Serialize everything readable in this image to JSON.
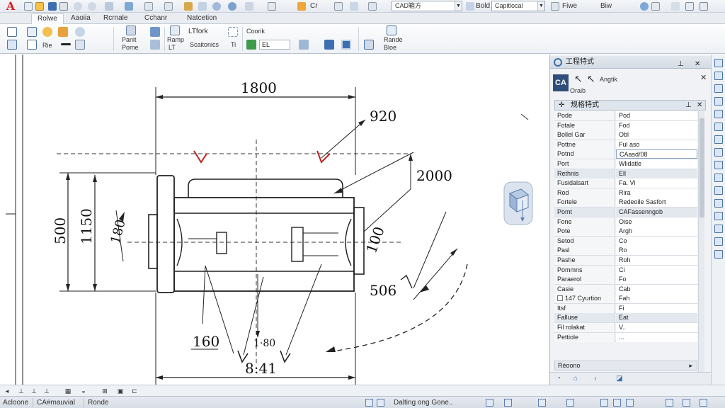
{
  "qat": {
    "logo": "A",
    "item_1": "Cr",
    "field_1": "CAD箱方",
    "item_2": "Bold",
    "field_2": "Capitlocal",
    "item_3": "Fiwe",
    "item_4": "Biw"
  },
  "tabs": [
    {
      "label": "Rolwe"
    },
    {
      "label": "Aaoiia"
    },
    {
      "label": "Rcrnale"
    },
    {
      "label": "Cchanr"
    },
    {
      "label": "Natcetion"
    }
  ],
  "ribbon": {
    "b1": "Rie",
    "b2": "Panit",
    "b2b": "Pome",
    "b3": "Ramp",
    "b3b": "LT",
    "b4": "LTfork",
    "b5": "Coorik",
    "b6": "Scaitonics",
    "b7": "Ti",
    "b8": "EL",
    "b9": "Rande",
    "b9b": "Bloe"
  },
  "drawing": {
    "dim_top": "1800",
    "dim_920": "920",
    "dim_2000": "2000",
    "dim_left_outer": "500",
    "dim_left_inner": "1150",
    "dim_left_small": "180",
    "dim_angle": "100",
    "dim_506": "506",
    "dim_160": "160",
    "dim_bottom_small": "1·80",
    "dim_bottom": "8:41"
  },
  "palette": {
    "title": "工程特式",
    "logo": "CA",
    "logo_sub": "Oraib",
    "arrow_label": "Angtik",
    "section": "规格特式",
    "bottom_field": "Rèoono",
    "rows": [
      {
        "k": "Pode",
        "v": "Pod"
      },
      {
        "k": "Fotale",
        "v": "Fod"
      },
      {
        "k": "Bollel Gar",
        "v": "Obl"
      },
      {
        "k": "Pottne",
        "v": "Ful aso"
      },
      {
        "k": "Potnd",
        "v": "CAasd/08"
      },
      {
        "k": "Port",
        "v": "Wlidatle"
      },
      {
        "k": "Rethnis",
        "v": "Ell"
      },
      {
        "k": "Fusidalsart",
        "v": "Fa. Vi"
      },
      {
        "k": "Rod",
        "v": "Rira"
      },
      {
        "k": "Fortele",
        "v": "Redeoile Sasfort"
      },
      {
        "k": "Pomt",
        "v": "CAFassenngob"
      },
      {
        "k": "Fone",
        "v": "Oise"
      },
      {
        "k": "Pote",
        "v": "Argh"
      },
      {
        "k": "Setod",
        "v": "Co"
      },
      {
        "k": "Pasl",
        "v": "Ro"
      },
      {
        "k": "Pashe",
        "v": "Roh"
      },
      {
        "k": "Pommns",
        "v": "Ci"
      },
      {
        "k": "Paraerol",
        "v": "Fo"
      },
      {
        "k": "Casie",
        "v": "Cab"
      },
      {
        "k": "147 Cyurtion",
        "v": "Fah"
      },
      {
        "k": "Itsf",
        "v": "Fi"
      },
      {
        "k": "Falluse",
        "v": "Eat"
      },
      {
        "k": "Fil rolakat",
        "v": "V.."
      },
      {
        "k": "Pettiole",
        "v": "..."
      }
    ]
  },
  "status": {
    "s1": "Acloone",
    "s2": "CA#mauvial",
    "s3": "Ronde",
    "s4": "Dalting ong Gone.."
  }
}
